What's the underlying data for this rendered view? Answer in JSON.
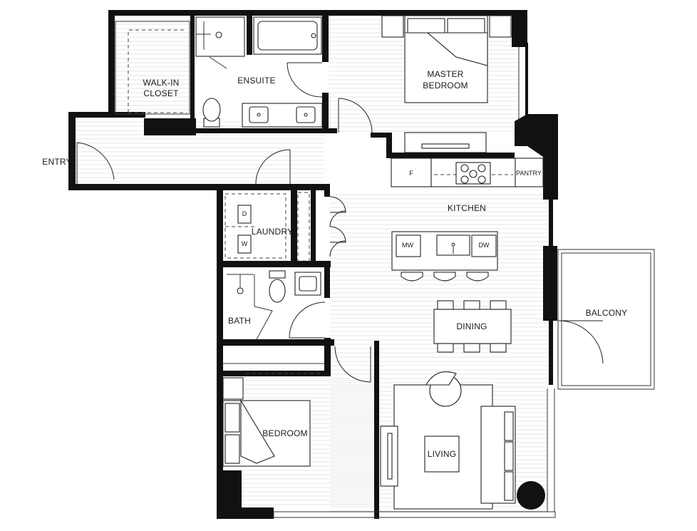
{
  "rooms": {
    "walk_in_closet": [
      "WALK-IN",
      "CLOSET"
    ],
    "ensuite": "ENSUITE",
    "master_bedroom": [
      "MASTER",
      "BEDROOM"
    ],
    "entry": "ENTRY",
    "pantry": "PANTRY",
    "fridge": "F",
    "kitchen": "KITCHEN",
    "laundry": "LAUNDRY",
    "dryer": "D",
    "washer": "W",
    "microwave": "MW",
    "dishwasher": "DW",
    "bath": "BATH",
    "dining": "DINING",
    "balcony": "BALCONY",
    "bedroom": "BEDROOM",
    "living": "LIVING"
  },
  "colors": {
    "wall": "#111111",
    "background": "#ffffff",
    "fixture_stroke": "#222222",
    "floor_lines": "#e6e6e6"
  }
}
